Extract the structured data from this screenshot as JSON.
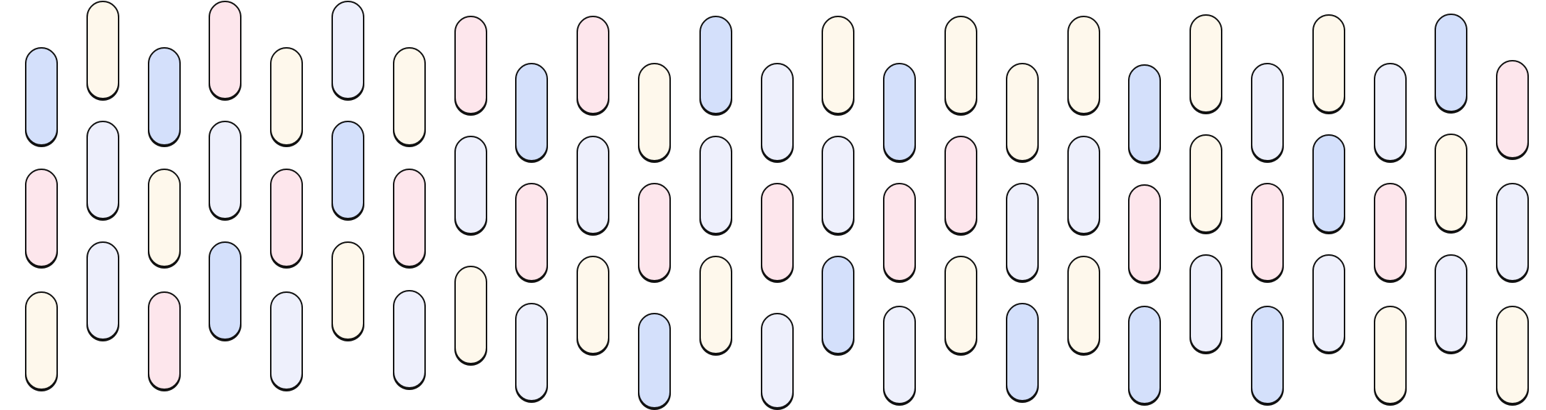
{
  "palette": {
    "blue": "#d4e0fb",
    "cream": "#fef8ec",
    "pink": "#fde6ec",
    "lavender": "#eef0fc",
    "outline": "#111111",
    "background": "#ffffff"
  },
  "pattern": {
    "shape": "rounded capsule",
    "orientation": "vertical",
    "columns": [
      [
        "blue",
        "pink",
        "cream"
      ],
      [
        "cream",
        "lavender",
        "lavender"
      ],
      [
        "blue",
        "cream",
        "pink"
      ],
      [
        "pink",
        "lavender",
        "blue"
      ],
      [
        "cream",
        "pink",
        "lavender"
      ],
      [
        "lavender",
        "blue",
        "cream"
      ],
      [
        "cream",
        "pink",
        "lavender"
      ],
      [
        "pink",
        "lavender",
        "cream"
      ],
      [
        "blue",
        "pink",
        "lavender"
      ],
      [
        "pink",
        "lavender",
        "cream"
      ],
      [
        "cream",
        "pink",
        "blue"
      ],
      [
        "blue",
        "lavender",
        "cream"
      ],
      [
        "lavender",
        "pink",
        "lavender"
      ],
      [
        "cream",
        "lavender",
        "blue"
      ],
      [
        "blue",
        "pink",
        "lavender"
      ],
      [
        "cream",
        "pink",
        "cream"
      ],
      [
        "cream",
        "lavender",
        "blue"
      ],
      [
        "cream",
        "lavender",
        "cream"
      ],
      [
        "blue",
        "pink",
        "blue"
      ],
      [
        "cream",
        "cream",
        "lavender"
      ],
      [
        "lavender",
        "pink",
        "blue"
      ],
      [
        "cream",
        "blue",
        "lavender"
      ],
      [
        "lavender",
        "pink",
        "cream"
      ],
      [
        "blue",
        "cream",
        "lavender"
      ],
      [
        "pink",
        "lavender",
        "cream"
      ]
    ]
  }
}
